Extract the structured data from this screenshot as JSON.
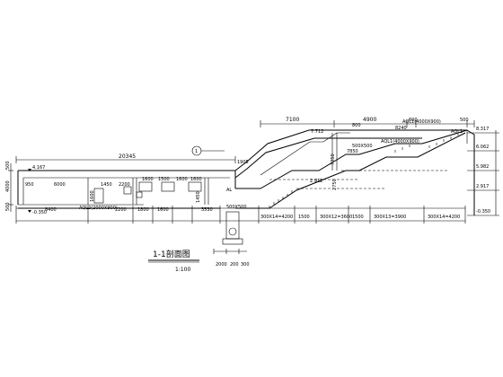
{
  "drawing": {
    "title": "1-1剖面图",
    "scale": "1:100",
    "section_marks": [
      "1",
      "1"
    ],
    "elevations": {
      "top_right": "8.317",
      "right_lower": "6.062",
      "mid_right": "5.982",
      "right_mid2": "2.917",
      "right_low": "-0.350",
      "left_top": "4.167",
      "left_bot": "-0.350",
      "stair_mid": "7.712",
      "stair_low": "2.912"
    },
    "top_dims": [
      "7100",
      "4900",
      "600",
      "500"
    ],
    "left_span": "20345",
    "left_dims": [
      "500",
      "4000",
      "500"
    ],
    "inner_dims": [
      "6000",
      "1450",
      "2200",
      "1600",
      "1500",
      "1600",
      "1600",
      "1600",
      "1450"
    ],
    "bottom_dims": [
      "8400",
      "2200",
      "1800",
      "1600",
      "3530",
      "300X14=4200",
      "1500",
      "300X12=3600",
      "1500",
      "300X13=3900",
      "300X14=4200"
    ],
    "labels": {
      "aql1": "AQL1(4000X900)",
      "aql1b": "AQL1(4000X900)",
      "aql2": "AQL2(2000X900)",
      "aql1_right": "AQL1",
      "al": "AL",
      "beam1": "500X500",
      "beam2": "500X500",
      "door": "1905",
      "w7350": "7350",
      "w2750": "2750",
      "w800": "800",
      "w900": "900",
      "w500": "500",
      "w8240": "8240",
      "w7850": "7850",
      "w4240": "1240",
      "w2000": "2000",
      "w200": "200",
      "w300": "300"
    }
  }
}
